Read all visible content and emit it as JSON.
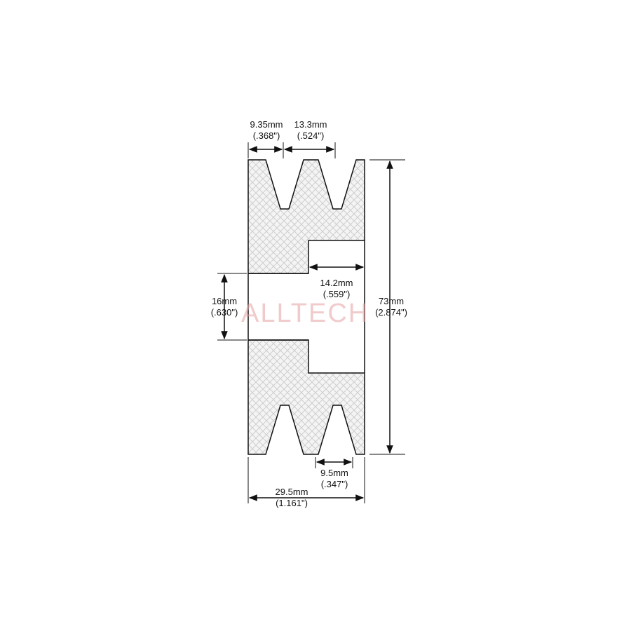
{
  "diagram": {
    "dimensions": {
      "groove_top_left": {
        "mm": "9.35mm",
        "in": "(.368\")"
      },
      "groove_pitch": {
        "mm": "13.3mm",
        "in": "(.524\")"
      },
      "hub_recess": {
        "mm": "14.2mm",
        "in": "(.559\")"
      },
      "bore": {
        "mm": "16mm",
        "in": "(.630\")"
      },
      "overall_diameter": {
        "mm": "73mm",
        "in": "(2.874\")"
      },
      "groove_bottom": {
        "mm": "9.5mm",
        "in": "(.347\")"
      },
      "overall_width": {
        "mm": "29.5mm",
        "in": "(1.161\")"
      }
    },
    "watermark": "ALLTECH",
    "colors": {
      "outline": "#111111",
      "hatch": "#cfcfcf",
      "fill": "#f4f4f4",
      "watermark": "#e6a0a0"
    }
  }
}
